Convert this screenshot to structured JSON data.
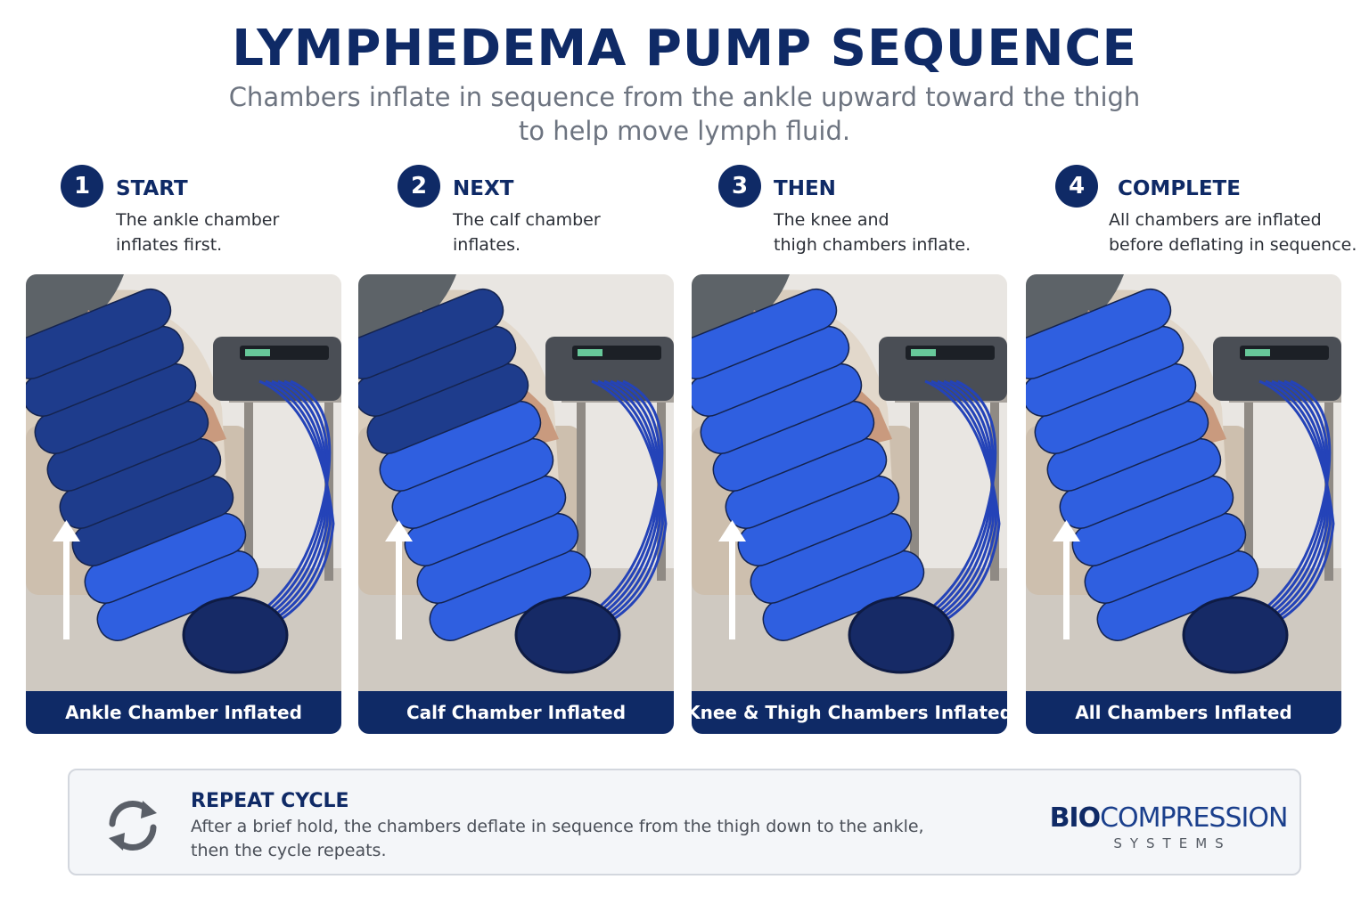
{
  "title": "LYMPHEDEMA PUMP SEQUENCE",
  "subtitle": [
    "Chambers inflate in sequence from the ankle upward toward the thigh",
    "to help move lymph fluid."
  ],
  "colors": {
    "navy": "#0f2a66",
    "chamber_inflated": "#2f5fe0",
    "chamber_deflated": "#1e3c8c"
  },
  "steps": [
    {
      "num": "1",
      "heading": "START",
      "desc": [
        "The ankle chamber",
        "inflates first."
      ],
      "caption": "Ankle Chamber Inflated",
      "inflated_chambers": 2
    },
    {
      "num": "2",
      "heading": "NEXT",
      "desc": [
        "The calf chamber",
        "inflates."
      ],
      "caption": "Calf Chamber Inflated",
      "inflated_chambers": 5
    },
    {
      "num": "3",
      "heading": "THEN",
      "desc": [
        "The knee and",
        "thigh chambers inflate."
      ],
      "caption": "Knee & Thigh Chambers Inflated",
      "inflated_chambers": 8
    },
    {
      "num": "4",
      "heading": "COMPLETE",
      "desc": [
        "All chambers are inflated",
        "before deflating in sequence."
      ],
      "caption": "All Chambers Inflated",
      "inflated_chambers": 8
    }
  ],
  "repeat": {
    "icon": "repeat-cycle-icon",
    "heading": "REPEAT CYCLE",
    "desc": [
      "After a brief hold, the chambers deflate in sequence from the thigh down to the ankle,",
      "then the cycle repeats."
    ]
  },
  "logo": {
    "bold": "BIO",
    "light": "COMPRESSION",
    "sub": "SYSTEMS"
  }
}
